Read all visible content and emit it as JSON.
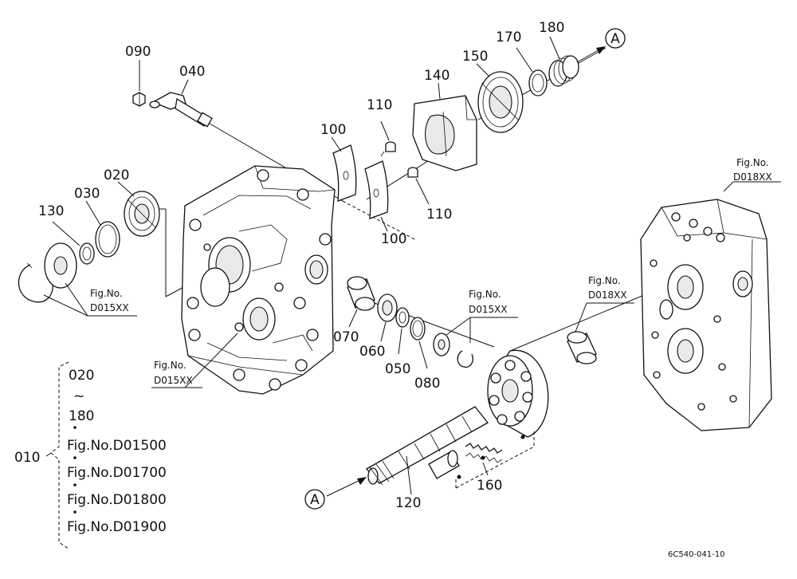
{
  "parts": {
    "p090": "090",
    "p040": "040",
    "p020": "020",
    "p030": "030",
    "p130": "130",
    "p100a": "100",
    "p100b": "100",
    "p110a": "110",
    "p110b": "110",
    "p140": "140",
    "p150": "150",
    "p170": "170",
    "p180": "180",
    "p070": "070",
    "p060": "060",
    "p050": "050",
    "p080": "080",
    "p120": "120",
    "p160": "160",
    "p010": "010"
  },
  "markers": {
    "a_top": "A",
    "a_bottom": "A"
  },
  "figrefs": {
    "left_ring": [
      "Fig.No.",
      "D015XX"
    ],
    "housing": [
      "Fig.No.",
      "D015XX"
    ],
    "snap_ring": [
      "Fig.No.",
      "D015XX"
    ],
    "bearing": [
      "Fig.No.",
      "D018XX"
    ],
    "cover": [
      "Fig.No.",
      "D018XX"
    ]
  },
  "legend": {
    "start": "020",
    "tilde": "~",
    "end": "180",
    "refs": [
      "Fig.No.D01500",
      "Fig.No.D01700",
      "Fig.No.D01800",
      "Fig.No.D01900"
    ]
  },
  "drawing_code": "6C540-041-10"
}
